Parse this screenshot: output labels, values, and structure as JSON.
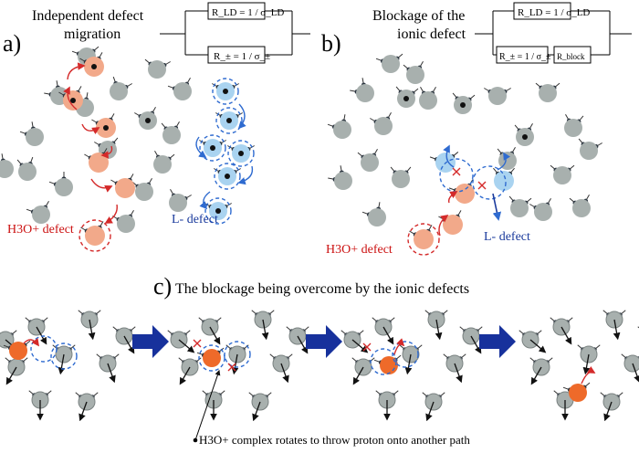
{
  "panel_a": {
    "letter": "a)",
    "title_line1": "Independent defect",
    "title_line2": "migration",
    "circuit": {
      "r_top": "R_LD = 1 / σ_LD",
      "r_bottom": "R_± = 1 / σ_±"
    },
    "label_h3o": "H3O+ defect",
    "label_l": "L- defect"
  },
  "panel_b": {
    "letter": "b)",
    "title_line1": "Blockage of the",
    "title_line2": "ionic defect",
    "circuit": {
      "r_top": "R_LD = 1 / σ_LD",
      "r_bottom": "R_± = 1 / σ_±",
      "r_block": "R_block"
    },
    "label_h3o": "H3O+ defect",
    "label_l": "L- defect"
  },
  "panel_c": {
    "letter": "c)",
    "title": "The blockage being overcome by the ionic defects",
    "caption": "H3O+ complex rotates to throw proton onto another path"
  },
  "colors": {
    "molecule_grey": "#a8b0ae",
    "h3o_light": "#f2a98a",
    "h3o_dark": "#ee6a2a",
    "l_defect": "#a9d3f0",
    "red_dash": "#d42a2a",
    "blue_dash": "#2f6bd0",
    "arrow_navy": "#17319c",
    "label_red": "#cc1111",
    "label_blue": "#1a3a9c"
  }
}
